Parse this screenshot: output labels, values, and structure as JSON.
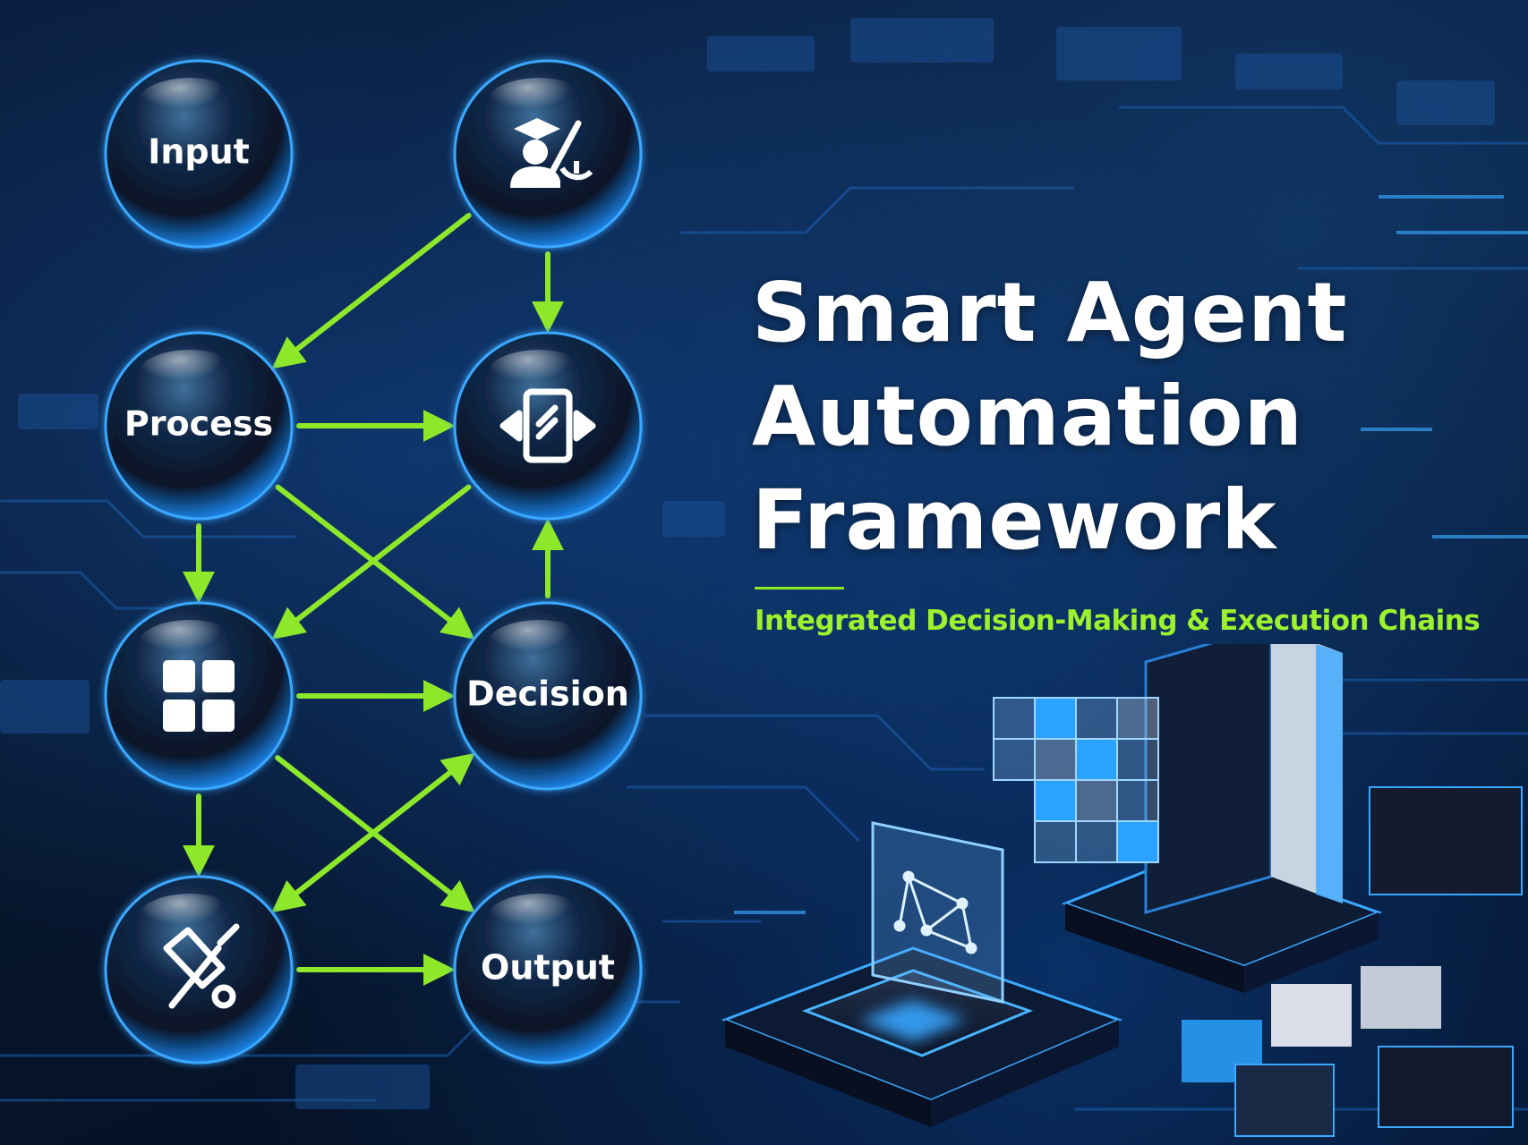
{
  "title": {
    "line1": "Smart Agent",
    "line2": "Automation",
    "line3": "Framework"
  },
  "subtitle": "Integrated Decision-Making & Execution Chains",
  "colors": {
    "arrow": "#8ee82a",
    "subtitle": "#9cf22c",
    "title": "#ffffff",
    "background": "#061225",
    "glow": "#2fa8ff"
  },
  "nodes": [
    {
      "id": "input",
      "label": "Input",
      "icon": ""
    },
    {
      "id": "ai",
      "label": "",
      "icon": "graduate-robot-icon"
    },
    {
      "id": "process",
      "label": "Process",
      "icon": ""
    },
    {
      "id": "transform",
      "label": "",
      "icon": "transform-chip-icon"
    },
    {
      "id": "grid",
      "label": "",
      "icon": "grid-blocks-icon"
    },
    {
      "id": "decision",
      "label": "Decision",
      "icon": ""
    },
    {
      "id": "tools",
      "label": "",
      "icon": "tools-pencil-icon"
    },
    {
      "id": "output",
      "label": "Output",
      "icon": ""
    }
  ],
  "edges": [
    {
      "from": "ai",
      "to": "process"
    },
    {
      "from": "ai",
      "to": "transform"
    },
    {
      "from": "process",
      "to": "transform"
    },
    {
      "from": "process",
      "to": "grid"
    },
    {
      "from": "process",
      "to": "decision"
    },
    {
      "from": "transform",
      "to": "grid"
    },
    {
      "from": "decision",
      "to": "transform"
    },
    {
      "from": "grid",
      "to": "decision"
    },
    {
      "from": "grid",
      "to": "tools"
    },
    {
      "from": "grid",
      "to": "output"
    },
    {
      "from": "tools",
      "to": "output"
    },
    {
      "from": "tools",
      "to": "decision"
    },
    {
      "from": "decision",
      "to": "tools"
    }
  ]
}
